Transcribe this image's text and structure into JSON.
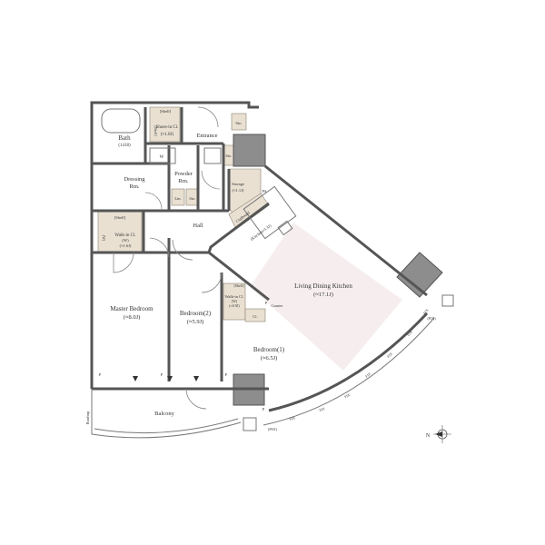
{
  "rooms": {
    "bath": {
      "name": "Bath",
      "size": "(1418)"
    },
    "shoes": {
      "shelf": "[Shelf]",
      "name": "Shoes-in Cl.",
      "size": "(≈1.0J)"
    },
    "entrance": {
      "name": "Entrance"
    },
    "powder": {
      "name": "Powder",
      "name2": "Rm."
    },
    "dressing": {
      "name": "Dressing",
      "name2": "Rm."
    },
    "storage": {
      "name": "Storage",
      "size": "(≈1.1J)"
    },
    "cupboard": {
      "name": "Cupboard"
    },
    "hall": {
      "name": "Hall"
    },
    "kitchen_strip": {
      "label": "(Kitchen≈3.3J)"
    },
    "ldk": {
      "name": "Living Dining Kitchen",
      "size": "(≈17.1J)"
    },
    "walkin1": {
      "shelf": "[Shelf]",
      "name": "Walk-in Cl.",
      "code": "(W)",
      "size": "(≈1.6J)",
      "side": "(W)"
    },
    "master": {
      "name": "Master Bedroom",
      "size": "(≈8.0J)"
    },
    "bedroom2": {
      "name": "Bedroom(2)",
      "size": "(≈5.9J)"
    },
    "walkin2": {
      "shelf": "[Shelf]",
      "name": "Walk-in Cl.",
      "code": "(W)",
      "size": "(≈0.9J)"
    },
    "cl": {
      "name": "Cl."
    },
    "counter": {
      "label": "Counter"
    },
    "bedroom1": {
      "name": "Bedroom(1)",
      "size": "(≈6.5J)"
    },
    "balcony": {
      "name": "Balcony"
    },
    "rooftop": {
      "label": "Rooftop"
    }
  },
  "small_labels": {
    "shelf_bath": "[Shelf]",
    "wm": "W",
    "sto": "Sto.",
    "lin": "Lin.",
    "ps": "PS",
    "fix": "FIX",
    "psx": "(PSX)",
    "fix2": "(FIX)",
    "p": "P",
    "r": "R"
  },
  "compass": {
    "north_letter": "N"
  },
  "colors": {
    "wall": "#555555",
    "closet_fill": "#e9e0d2",
    "ldk_fill": "#f6eeee",
    "shaft": "#8d8d8d"
  },
  "icons": [
    "compass-icon",
    "shaft-icon"
  ]
}
